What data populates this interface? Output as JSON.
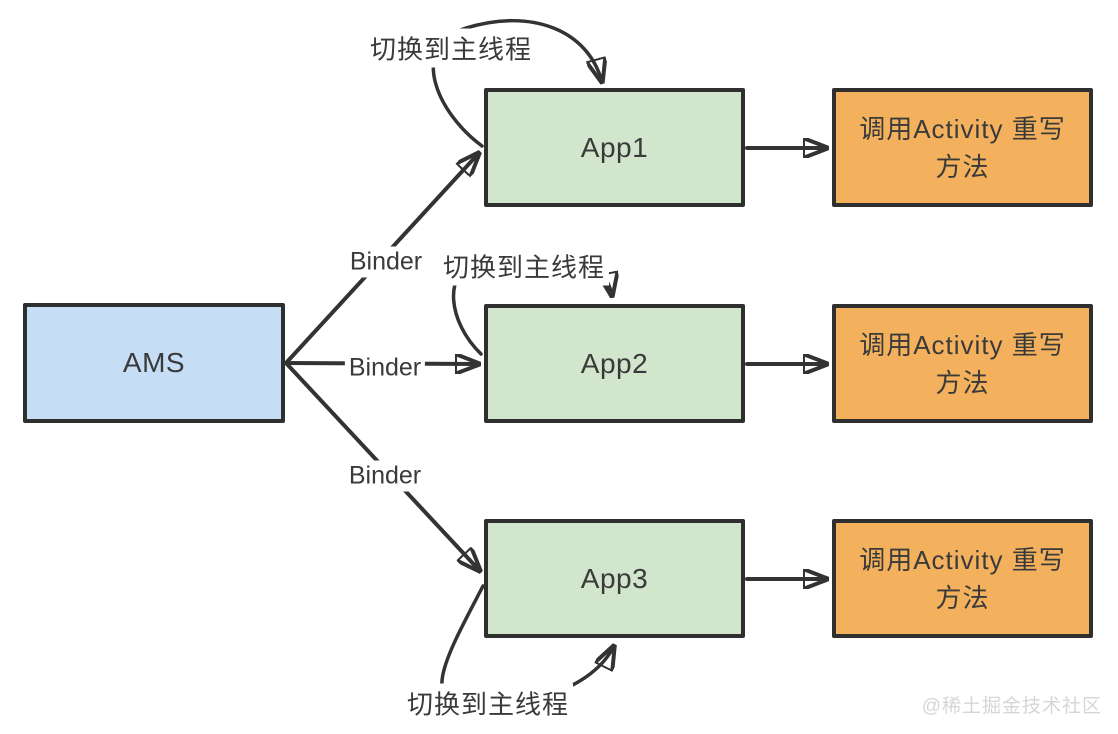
{
  "colors": {
    "ams_fill": "#c5def6",
    "app_fill": "#d2e5cd",
    "result_fill": "#f4b15d",
    "stroke": "#333333",
    "text": "#3a3a3a",
    "watermark": "#d6d6d6"
  },
  "diagram": {
    "ams": {
      "label": "AMS"
    },
    "rows": [
      {
        "app_label": "App1",
        "binder_label": "Binder",
        "switch_label": "切换到主线程",
        "result_lines": [
          "调用Activity 重写",
          "方法"
        ]
      },
      {
        "app_label": "App2",
        "binder_label": "Binder",
        "switch_label": "切换到主线程",
        "result_lines": [
          "调用Activity 重写",
          "方法"
        ]
      },
      {
        "app_label": "App3",
        "binder_label": "Binder",
        "switch_label": "切换到主线程",
        "result_lines": [
          "调用Activity 重写",
          "方法"
        ]
      }
    ]
  },
  "watermark": {
    "text": "@稀土掘金技术社区"
  }
}
